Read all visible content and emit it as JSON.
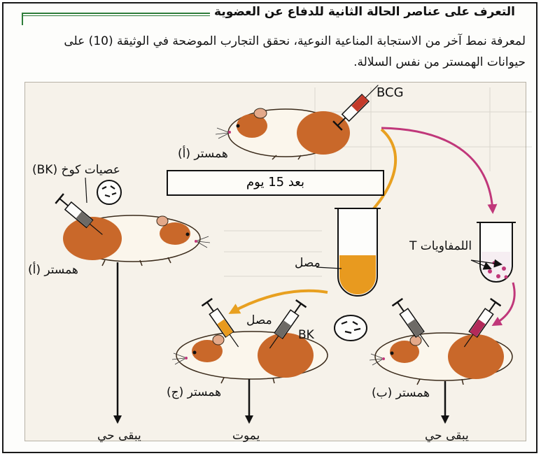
{
  "header": {
    "title": "التعرف على عناصر الحالة الثانية للدفاع عن العضوية",
    "accent_color": "#2f7d3b"
  },
  "intro": {
    "text": "لمعرفة نمط آخر من الاستجابة المناعية النوعية، نحقق التجارب الموضحة في الوثيقة (10) على حيوانات الهمستر من نفس السلالة."
  },
  "diagram": {
    "bcg_label": "BCG",
    "hamster_a_top": "همستر (أ)",
    "after_15_days": "بعد 15 يوم",
    "koch_bacilli": "عصيات كوخ (BK)",
    "hamster_a_left": "همستر (أ)",
    "serum_tube_label": "مصل",
    "lymphocytes_label": "اللمفاويات T",
    "serum_injection_label": "مصل",
    "bk_label": "BK",
    "hamster_c": "همستر (ج)",
    "hamster_b": "همستر (ب)",
    "outcome_left": "يبقى حي",
    "outcome_middle": "يموت",
    "outcome_right": "يبقى حي",
    "colors": {
      "serum_arrow": "#e8a020",
      "lymph_arrow": "#c0377a",
      "hamster_orange": "#c9682a",
      "fur": "#fbf6ec"
    },
    "icons": [
      "syringe-icon",
      "hamster-icon",
      "test-tube-icon",
      "bacteria-icon",
      "arrow-icon"
    ]
  }
}
